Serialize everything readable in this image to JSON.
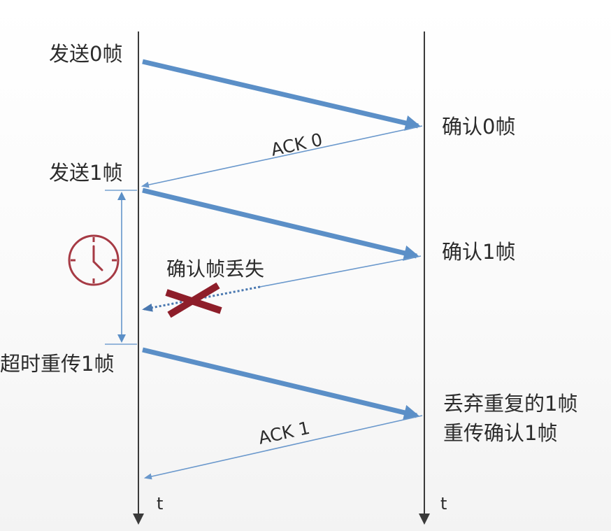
{
  "sender": {
    "send_frame0": "发送0帧",
    "send_frame1": "发送1帧",
    "timeout_retransmit": "超时重传1帧",
    "time_axis": "t"
  },
  "receiver": {
    "confirm_frame0": "确认0帧",
    "confirm_frame1": "确认1帧",
    "discard_duplicate": "丢弃重复的1帧",
    "reconfirm": "重传确认1帧",
    "time_axis": "t"
  },
  "messages": {
    "ack0": "ACK 0",
    "ack1": "ACK 1",
    "ack_lost": "确认帧丢失"
  },
  "colors": {
    "frame_arrow": "#5b8fc7",
    "ack_arrow": "#6a98cc",
    "lost_marker": "#8e1e2a",
    "timer": "#a63a44",
    "axis": "#3a3a3a"
  },
  "icons": {
    "timer": "clock-icon",
    "lost": "x-cross-icon"
  }
}
